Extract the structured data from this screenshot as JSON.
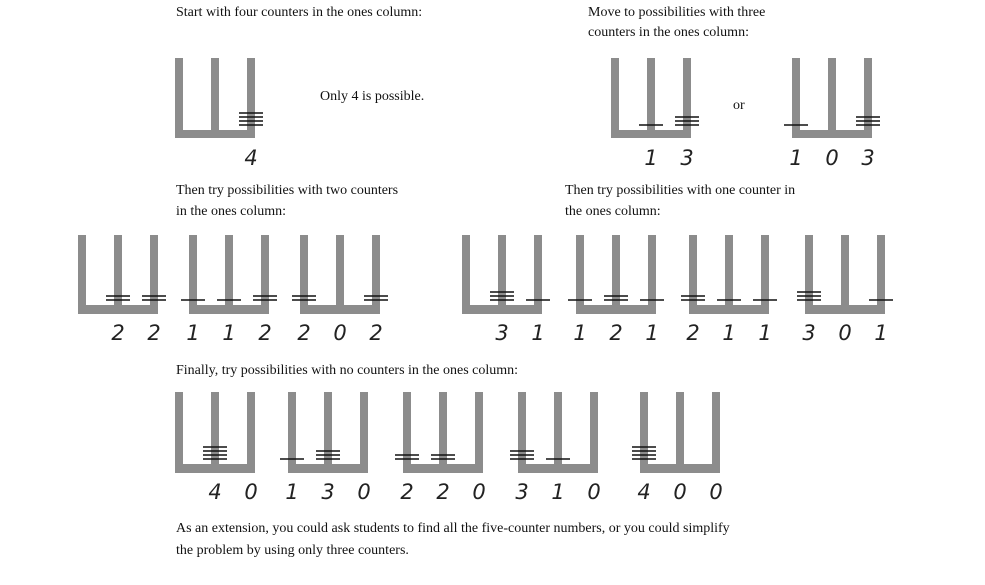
{
  "texts": {
    "start_four": "Start with four counters in the ones column:",
    "only_four": "Only 4 is possible.",
    "three_line1": "Move to possibilities with three",
    "three_line2": "counters in the ones column:",
    "or": "or",
    "two_line1": "Then try possibilities with two counters",
    "two_line2": "in the ones column:",
    "one_line1": "Then try possibilities with one counter in",
    "one_line2": "the ones column:",
    "zero_line": "Finally, try possibilities with no counters in the ones column:",
    "ext_line1": "As an extension, you could ask students to find all the five-counter numbers, or you could simplify",
    "ext_line2": "the problem by using only three counters."
  },
  "colors": {
    "frame": "#8c8c8c",
    "counter": "#111111",
    "digit": "#222222"
  },
  "abacuses": [
    {
      "id": "four",
      "counts": [
        0,
        0,
        4
      ],
      "digits": [
        "4"
      ]
    },
    {
      "id": "three-a",
      "counts": [
        0,
        1,
        3
      ],
      "digits": [
        "1",
        "3"
      ]
    },
    {
      "id": "three-b",
      "counts": [
        1,
        0,
        3
      ],
      "digits": [
        "1",
        "0",
        "3"
      ]
    },
    {
      "id": "two-a",
      "counts": [
        0,
        2,
        2
      ],
      "digits": [
        "2",
        "2"
      ]
    },
    {
      "id": "two-b",
      "counts": [
        1,
        1,
        2
      ],
      "digits": [
        "1",
        "1",
        "2"
      ]
    },
    {
      "id": "two-c",
      "counts": [
        2,
        0,
        2
      ],
      "digits": [
        "2",
        "0",
        "2"
      ]
    },
    {
      "id": "one-a",
      "counts": [
        0,
        3,
        1
      ],
      "digits": [
        "3",
        "1"
      ]
    },
    {
      "id": "one-b",
      "counts": [
        1,
        2,
        1
      ],
      "digits": [
        "1",
        "2",
        "1"
      ]
    },
    {
      "id": "one-c",
      "counts": [
        2,
        1,
        1
      ],
      "digits": [
        "2",
        "1",
        "1"
      ]
    },
    {
      "id": "one-d",
      "counts": [
        3,
        0,
        1
      ],
      "digits": [
        "3",
        "0",
        "1"
      ]
    },
    {
      "id": "zero-a",
      "counts": [
        0,
        4,
        0
      ],
      "digits": [
        "4",
        "0"
      ]
    },
    {
      "id": "zero-b",
      "counts": [
        1,
        3,
        0
      ],
      "digits": [
        "1",
        "3",
        "0"
      ]
    },
    {
      "id": "zero-c",
      "counts": [
        2,
        2,
        0
      ],
      "digits": [
        "2",
        "2",
        "0"
      ]
    },
    {
      "id": "zero-d",
      "counts": [
        3,
        1,
        0
      ],
      "digits": [
        "3",
        "1",
        "0"
      ]
    },
    {
      "id": "zero-e",
      "counts": [
        4,
        0,
        0
      ],
      "digits": [
        "4",
        "0",
        "0"
      ]
    }
  ]
}
